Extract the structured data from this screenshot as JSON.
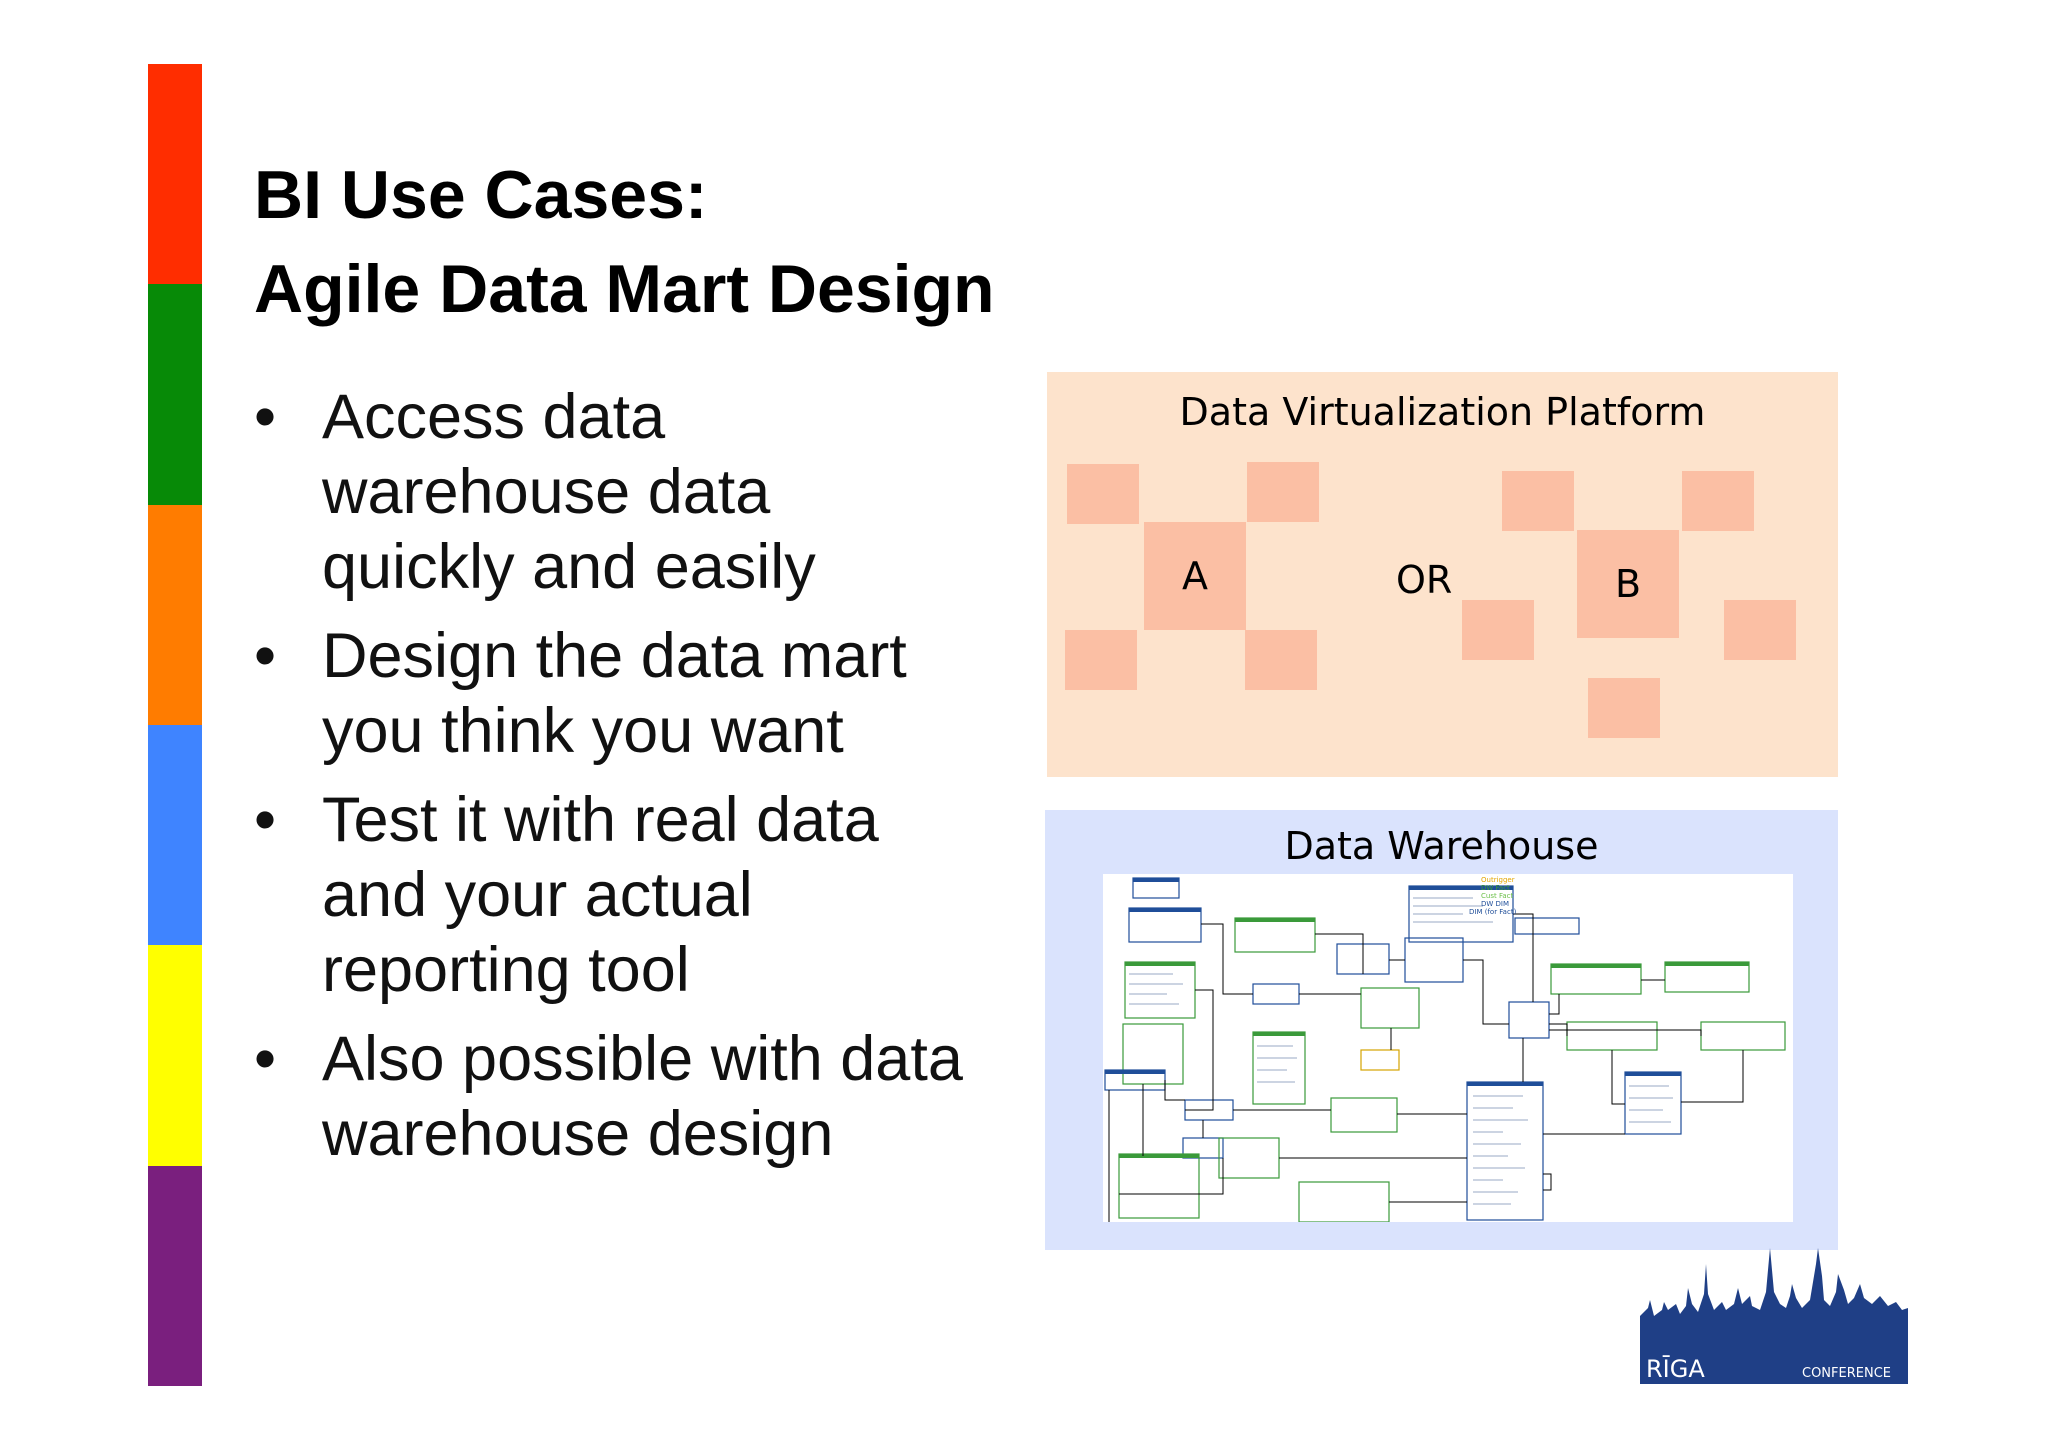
{
  "title": {
    "line1": "BI Use Cases:",
    "line2": "Agile Data Mart Design"
  },
  "bullets": [
    {
      "dot": "•",
      "text": "Access data\nwarehouse data\nquickly and easily"
    },
    {
      "dot": "•",
      "text": "Design the data mart\nyou think you want"
    },
    {
      "dot": "•",
      "text": "Test it with real data\nand your actual\nreporting tool"
    },
    {
      "dot": "•",
      "text": "Also possible with data\nwarehouse design"
    }
  ],
  "stripe_colors": [
    "#ff2d00",
    "#078a07",
    "#ff7c00",
    "#3f84ff",
    "#ffff00",
    "#7a1f7e"
  ],
  "virtualization": {
    "title": "Data Virtualization Platform",
    "label_a": "A",
    "label_or": "OR",
    "label_b": "B",
    "background": "#fde3cc",
    "square_color": "#fbbfa4"
  },
  "warehouse": {
    "title": "Data Warehouse",
    "background": "#dae3fd",
    "legend": [
      "Outrigger",
      "DW Fact",
      "Cust Fact",
      "DW DIM",
      "DIM (for Fact)"
    ]
  },
  "logo": {
    "city": "RĪGA",
    "word": "CONFERENCE",
    "color": "#1f3f86"
  }
}
